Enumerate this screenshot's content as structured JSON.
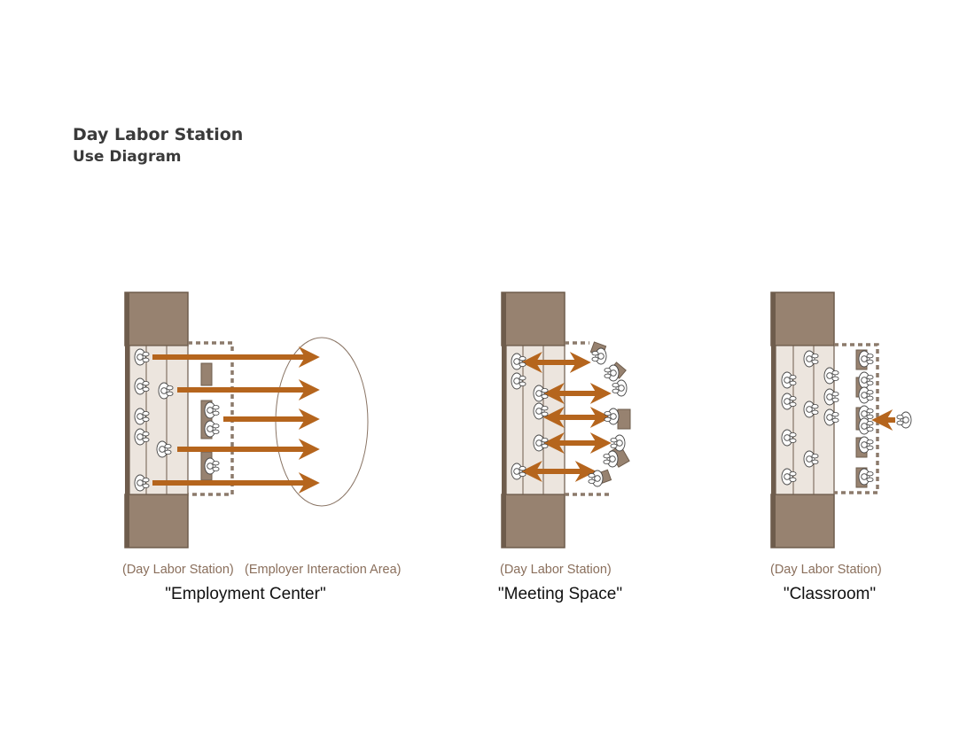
{
  "header": {
    "title": "Day Labor Station",
    "subtitle": "Use Diagram"
  },
  "panels": [
    {
      "name": "\"Employment Center\"",
      "captions": [
        "(Day Labor Station)",
        "(Employer Interaction Area)"
      ]
    },
    {
      "name": "\"Meeting Space\"",
      "captions": [
        "(Day Labor Station)"
      ]
    },
    {
      "name": "\"Classroom\"",
      "captions": [
        "(Day Labor Station)"
      ]
    }
  ],
  "colors": {
    "wall": "#978270",
    "wall_edge": "#6e5c4c",
    "floor": "#ece5de",
    "arrow": "#b5651d",
    "dashed": "#8c7a6b",
    "text_caption": "#8a6f5c"
  }
}
